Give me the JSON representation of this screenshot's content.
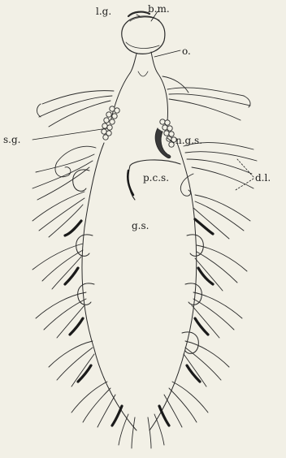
{
  "labels": {
    "lg": "l.g.",
    "bm": "b.m.",
    "o": "o.",
    "sg": "s.g.",
    "ngs": "n.g.s.",
    "pcs": "p.c.s.",
    "dl": "d.l.",
    "gs": "g.s."
  },
  "colors": {
    "background": "#f2f0e6",
    "ink": "#1c1c1c"
  }
}
